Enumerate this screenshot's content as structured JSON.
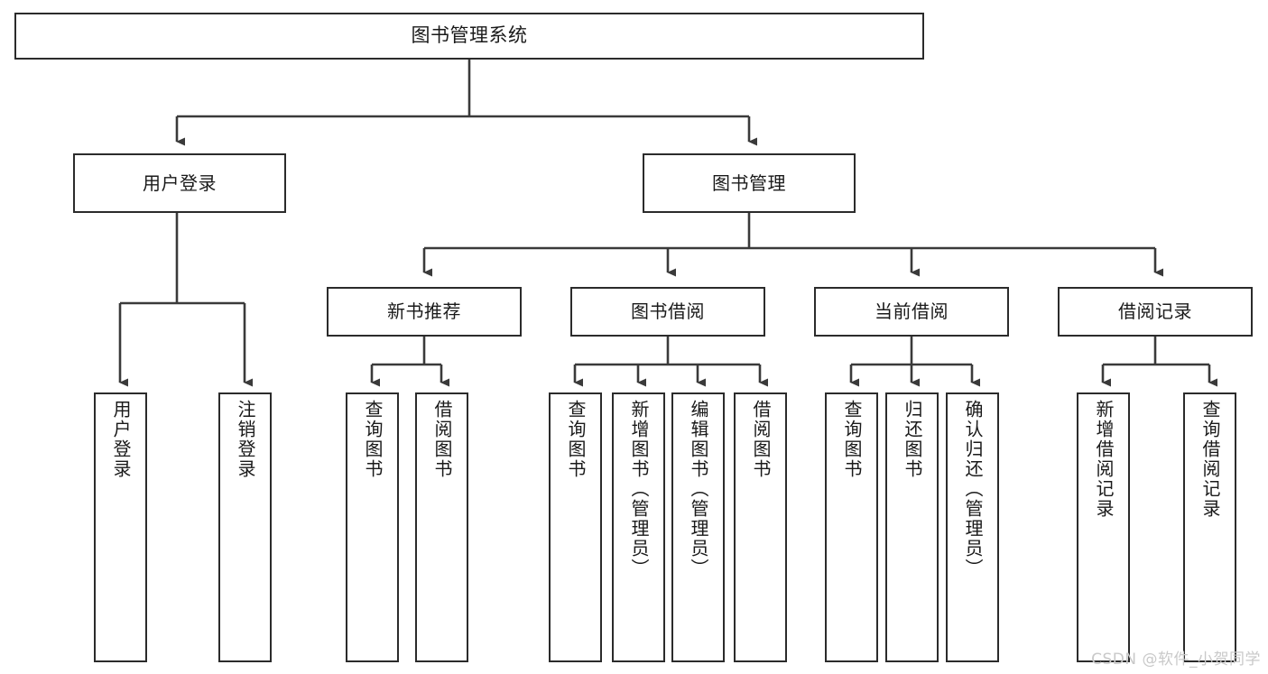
{
  "diagram": {
    "title": "图书管理系统",
    "type": "tree",
    "watermark": "CSDN @软件_小贺同学",
    "colors": {
      "box_border": "#2b2b2b",
      "box_fill": "#ffffff",
      "edge": "#3a3a3a",
      "text": "#1a1a1a",
      "watermark": "#c9c9c9",
      "background": "#ffffff"
    }
  },
  "root": {
    "label": "图书管理系统"
  },
  "level2": [
    {
      "label": "用户登录"
    },
    {
      "label": "图书管理"
    }
  ],
  "level3": [
    {
      "label": "新书推荐"
    },
    {
      "label": "图书借阅"
    },
    {
      "label": "当前借阅"
    },
    {
      "label": "借阅记录"
    }
  ],
  "leaves": {
    "user_login": [
      {
        "label": "用户登录"
      },
      {
        "label": "注销登录"
      }
    ],
    "new_book": [
      {
        "label": "查询图书"
      },
      {
        "label": "借阅图书"
      }
    ],
    "book_borrow": [
      {
        "label": "查询图书"
      },
      {
        "label": "新增图书（管理员）"
      },
      {
        "label": "编辑图书（管理员）"
      },
      {
        "label": "借阅图书"
      }
    ],
    "current_borrow": [
      {
        "label": "查询图书"
      },
      {
        "label": "归还图书"
      },
      {
        "label": "确认归还（管理员）"
      }
    ],
    "borrow_record": [
      {
        "label": "新增借阅记录"
      },
      {
        "label": "查询借阅记录"
      }
    ]
  }
}
